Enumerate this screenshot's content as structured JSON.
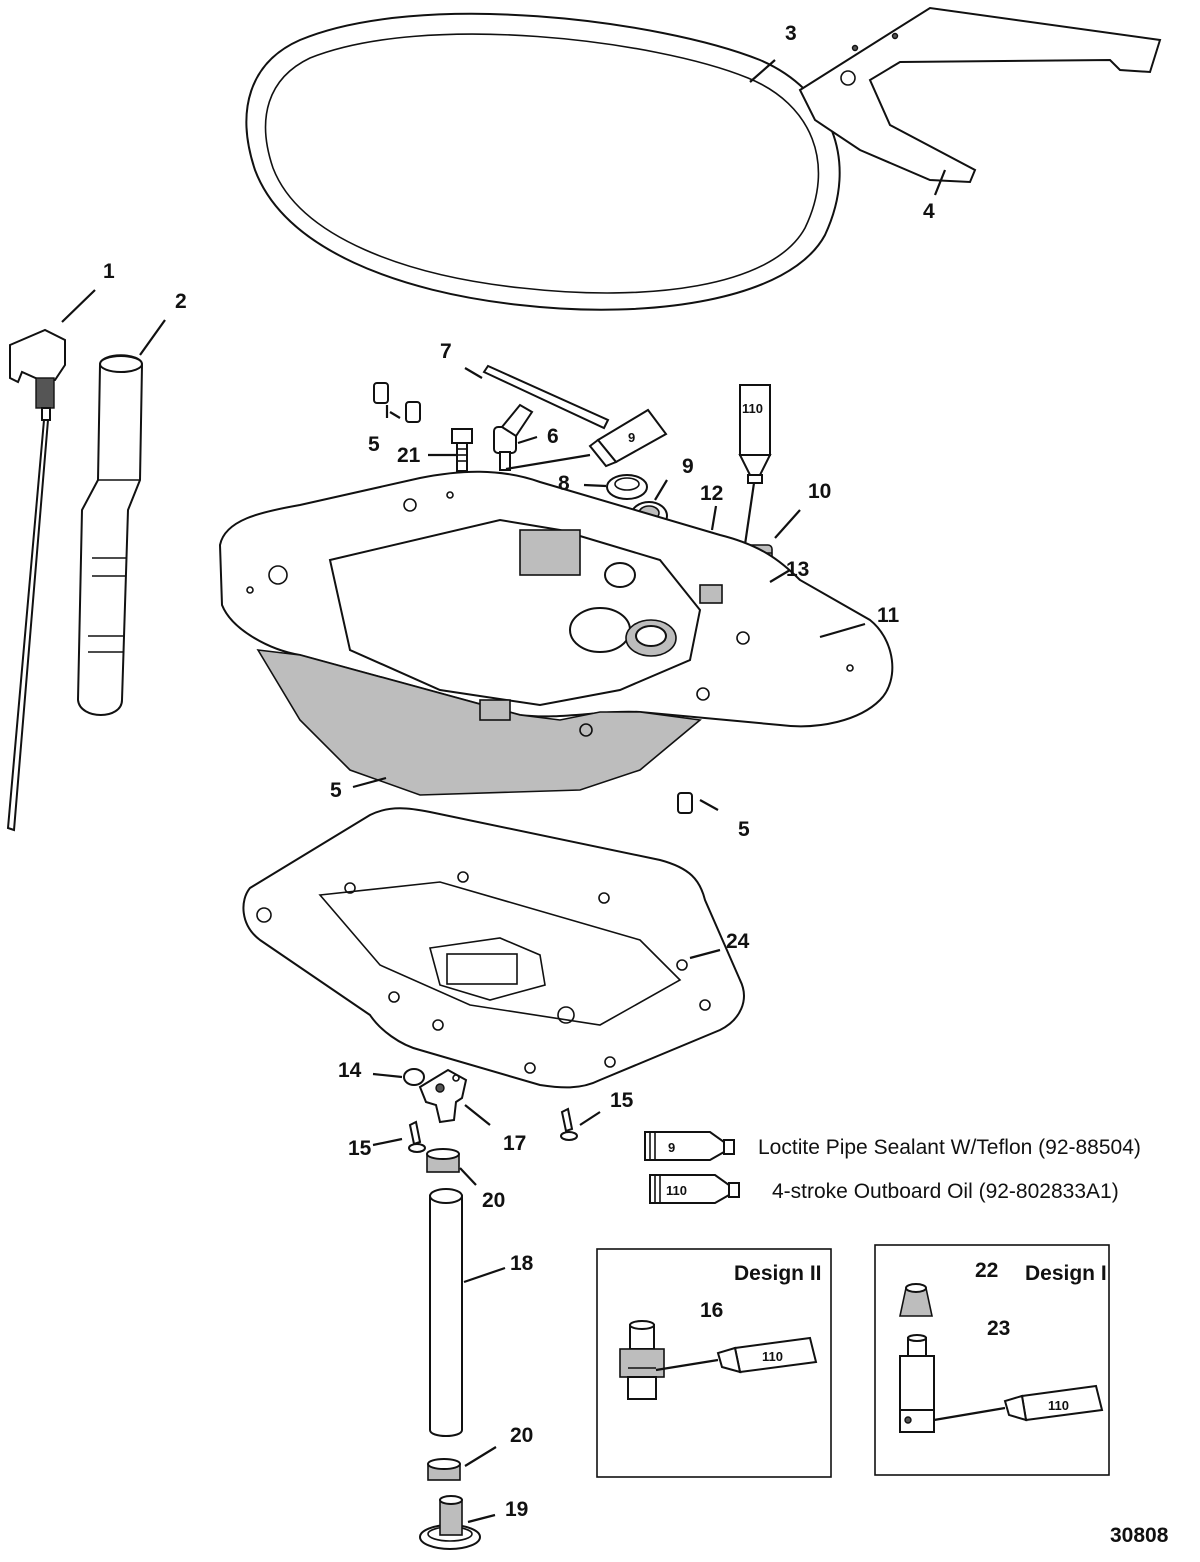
{
  "diagram_number": "30808",
  "callouts": {
    "c1": "1",
    "c2": "2",
    "c3": "3",
    "c4": "4",
    "c5a": "5",
    "c5b": "5",
    "c5c": "5",
    "c6": "6",
    "c7": "7",
    "c8": "8",
    "c9a": "9",
    "c10": "10",
    "c11": "11",
    "c12": "12",
    "c13": "13",
    "c14": "14",
    "c15a": "15",
    "c15b": "15",
    "c16": "16",
    "c17": "17",
    "c18": "18",
    "c19": "19",
    "c20a": "20",
    "c20b": "20",
    "c21": "21",
    "c22": "22",
    "c23": "23",
    "c24": "24"
  },
  "tube_labels": {
    "t9_top": "9",
    "t110_top": "110",
    "t9_legend": "9",
    "t110_legend": "110",
    "t110_design2": "110",
    "t110_design1": "110"
  },
  "legend": [
    {
      "code": "9",
      "text": "Loctite Pipe Sealant W/Teflon (92-88504)"
    },
    {
      "code": "110",
      "text": "4-stroke Outboard Oil (92-802833A1)"
    }
  ],
  "designs": {
    "design2_title": "Design II",
    "design1_title": "Design I"
  }
}
